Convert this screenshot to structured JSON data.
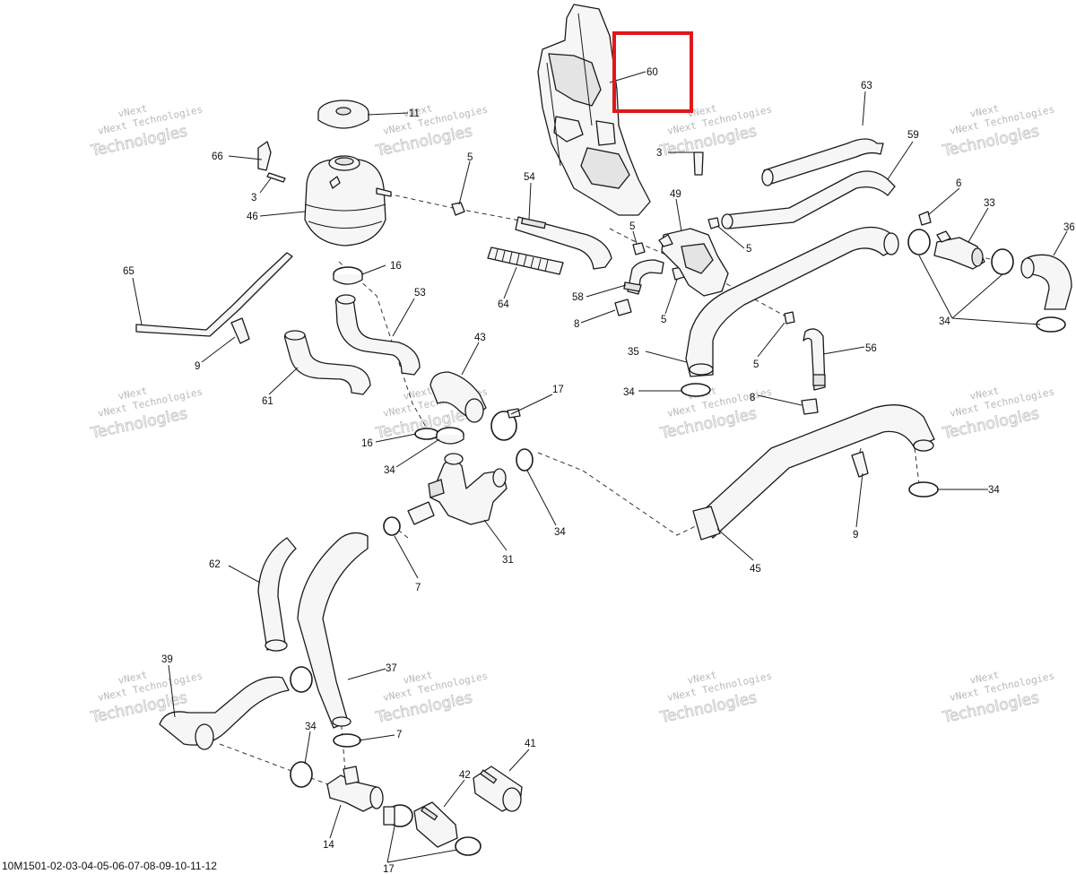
{
  "diagram": {
    "watermark": {
      "line1": "vNext Technologies",
      "line2": "Technologies",
      "line3": "vNext"
    },
    "footer_code": "10M1501-02-03-04-05-06-07-08-09-10-11-12",
    "highlight_color": "#e0181b",
    "callouts": {
      "c60": "60",
      "c63": "63",
      "c59": "59",
      "c6": "6",
      "c33": "33",
      "c36": "36",
      "c11": "11",
      "c66": "66",
      "c3a": "3",
      "c46": "46",
      "c5a": "5",
      "c54": "54",
      "c3b": "3",
      "c49": "49",
      "c5b": "5",
      "c5c": "5",
      "c64": "64",
      "c58": "58",
      "c8a": "8",
      "c5d": "5",
      "c16a": "16",
      "c65": "65",
      "c53": "53",
      "c9a": "9",
      "c61": "61",
      "c43": "43",
      "c17a": "17",
      "c34a": "34",
      "c35": "35",
      "c5e": "5",
      "c56": "56",
      "c8b": "8",
      "c34b": "34",
      "c16b": "16",
      "c34c": "34",
      "c34d": "34",
      "c31": "31",
      "c7a": "7",
      "c62": "62",
      "c9b": "9",
      "c34e": "34",
      "c45": "45",
      "c39": "39",
      "c37": "37",
      "c34f": "34",
      "c7b": "7",
      "c41": "41",
      "c42": "42",
      "c14": "14",
      "c17b": "17"
    }
  }
}
